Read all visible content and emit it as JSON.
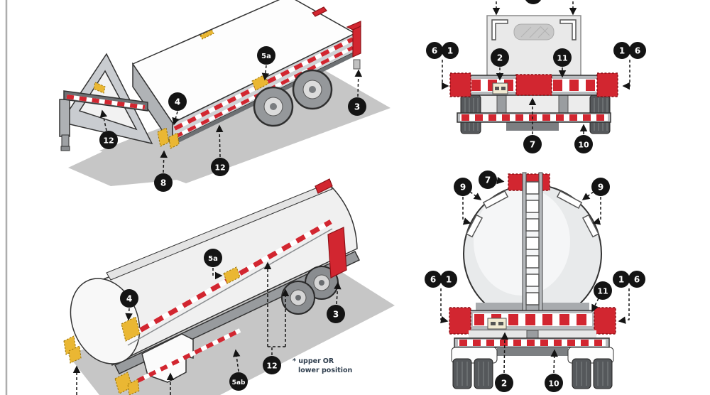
{
  "colors": {
    "tape_red": "#d22630",
    "marker_yellow": "#eab733",
    "callout_black": "#141414",
    "shadow_gray": "#c6c6c6",
    "trailer_gray": "#cfd2d5",
    "note_text": "#2f3e4e"
  },
  "note": {
    "line1_pre": "* upper",
    "line1_bold": "OR",
    "line2": "lower position"
  },
  "diagrams": {
    "flatbed_iso": {
      "callouts": {
        "c5a": "5a",
        "c4": "4",
        "c12_neck": "12",
        "c12_rail": "12",
        "c8": "8",
        "c3": "3"
      }
    },
    "flatbed_rear": {
      "callouts": {
        "c6_left": "6",
        "c1_left": "1",
        "c2": "2",
        "c11": "11",
        "c1_right": "1",
        "c6_right": "6",
        "c7": "7",
        "c10": "10"
      }
    },
    "tanker_iso": {
      "callouts": {
        "c5a": "5a",
        "c4": "4",
        "c3": "3",
        "c12": "12",
        "c5ab": "5ab"
      }
    },
    "tanker_rear": {
      "callouts": {
        "c7": "7",
        "c9_left": "9",
        "c9_right": "9",
        "c6_left": "6",
        "c1_left": "1",
        "c11": "11",
        "c1_right": "1",
        "c6_right": "6",
        "c2": "2",
        "c10": "10"
      }
    }
  }
}
